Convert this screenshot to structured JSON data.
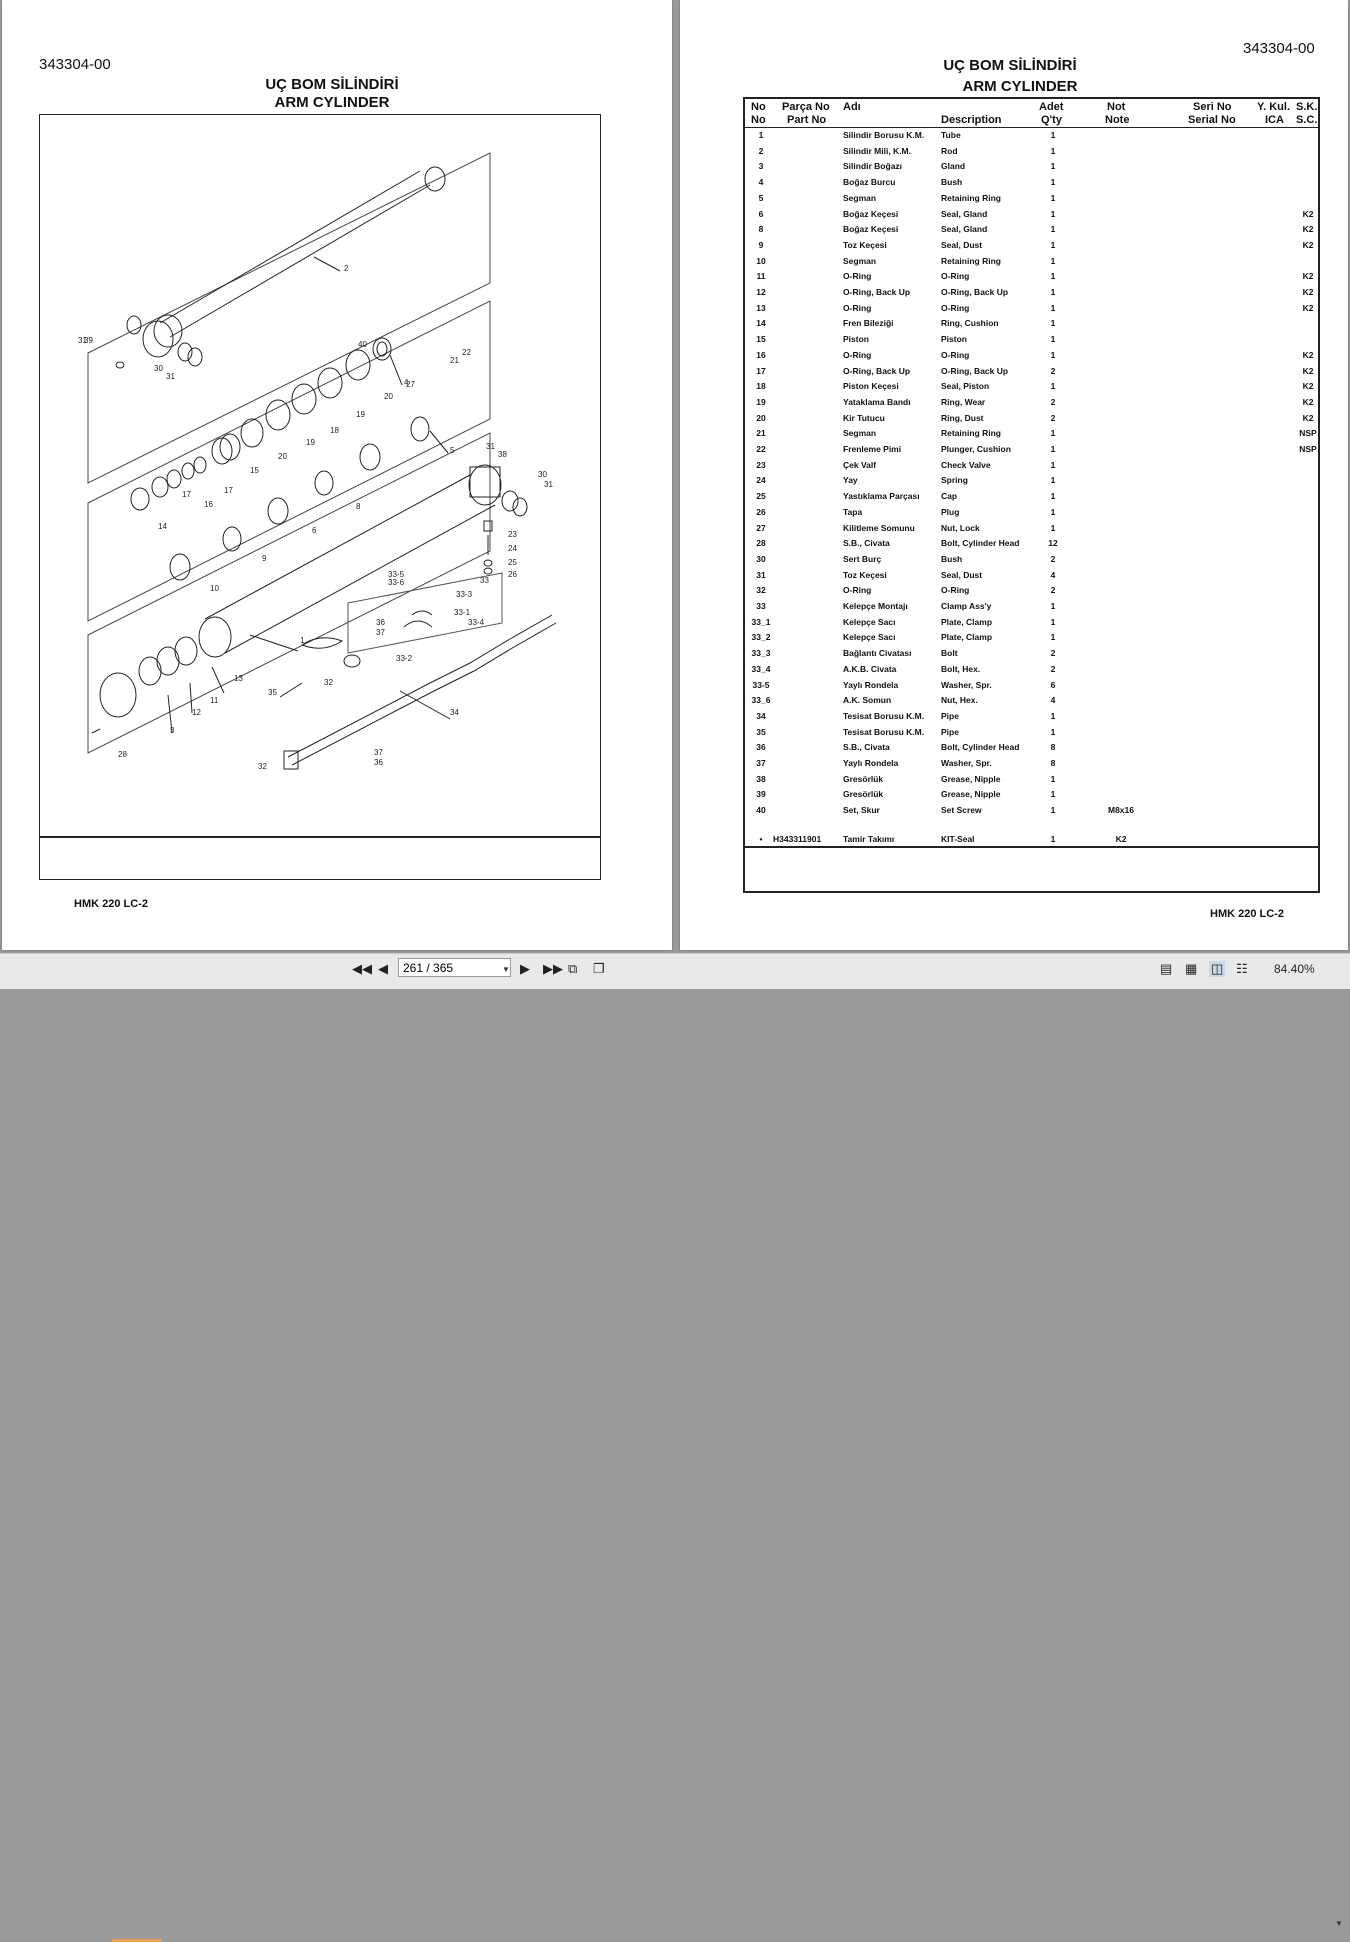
{
  "left_page": {
    "doc_number": "343304-00",
    "title_tr": "UÇ BOM SİLİNDİRİ",
    "title_en": "ARM CYLINDER",
    "model": "HMK 220 LC-2",
    "callouts": [
      "1",
      "2",
      "3",
      "4",
      "5",
      "6",
      "8",
      "9",
      "10",
      "11",
      "12",
      "13",
      "14",
      "15",
      "16",
      "17",
      "17",
      "18",
      "19",
      "19",
      "20",
      "20",
      "21",
      "22",
      "23",
      "24",
      "25",
      "26",
      "27",
      "28",
      "30",
      "30",
      "31",
      "31",
      "31",
      "31",
      "32",
      "32",
      "33",
      "33-1",
      "33-2",
      "33-3",
      "33-4",
      "33-5",
      "33-6",
      "34",
      "35",
      "36",
      "36",
      "37",
      "37",
      "38",
      "39",
      "40"
    ]
  },
  "right_page": {
    "doc_number": "343304-00",
    "title_tr": "UÇ BOM SİLİNDİRİ",
    "title_en": "ARM CYLINDER",
    "model": "HMK 220 LC-2",
    "headers": {
      "no_tr": "No",
      "no_en": "No",
      "part_tr": "Parça No",
      "part_en": "Part No",
      "adi": "Adı",
      "desc": "Description",
      "qty_tr": "Adet",
      "qty_en": "Q'ty",
      "note_tr": "Not",
      "note_en": "Note",
      "serial_tr": "Seri No",
      "serial_en": "Serial No",
      "ica_tr": "Y. Kul.",
      "ica_en": "ICA",
      "sc_tr": "S.K.",
      "sc_en": "S.C."
    },
    "rows": [
      {
        "no": "1",
        "part": "",
        "adi": "Silindir Borusu K.M.",
        "desc": "Tube",
        "qty": "1",
        "note": "",
        "sc": ""
      },
      {
        "no": "2",
        "part": "",
        "adi": "Silindir Mili, K.M.",
        "desc": "Rod",
        "qty": "1",
        "note": "",
        "sc": ""
      },
      {
        "no": "3",
        "part": "",
        "adi": "Silindir Boğazı",
        "desc": "Gland",
        "qty": "1",
        "note": "",
        "sc": ""
      },
      {
        "no": "4",
        "part": "",
        "adi": "Boğaz Burcu",
        "desc": "Bush",
        "qty": "1",
        "note": "",
        "sc": ""
      },
      {
        "no": "5",
        "part": "",
        "adi": "Segman",
        "desc": "Retaining Ring",
        "qty": "1",
        "note": "",
        "sc": ""
      },
      {
        "no": "6",
        "part": "",
        "adi": "Boğaz Keçesi",
        "desc": "Seal, Gland",
        "qty": "1",
        "note": "",
        "sc": "K2"
      },
      {
        "no": "8",
        "part": "",
        "adi": "Boğaz Keçesi",
        "desc": "Seal, Gland",
        "qty": "1",
        "note": "",
        "sc": "K2"
      },
      {
        "no": "9",
        "part": "",
        "adi": "Toz Keçesi",
        "desc": "Seal, Dust",
        "qty": "1",
        "note": "",
        "sc": "K2"
      },
      {
        "no": "10",
        "part": "",
        "adi": "Segman",
        "desc": "Retaining Ring",
        "qty": "1",
        "note": "",
        "sc": ""
      },
      {
        "no": "11",
        "part": "",
        "adi": "O-Ring",
        "desc": "O-Ring",
        "qty": "1",
        "note": "",
        "sc": "K2"
      },
      {
        "no": "12",
        "part": "",
        "adi": "O-Ring, Back Up",
        "desc": "O-Ring, Back Up",
        "qty": "1",
        "note": "",
        "sc": "K2"
      },
      {
        "no": "13",
        "part": "",
        "adi": "O-Ring",
        "desc": "O-Ring",
        "qty": "1",
        "note": "",
        "sc": "K2"
      },
      {
        "no": "14",
        "part": "",
        "adi": "Fren Bileziği",
        "desc": "Ring, Cushion",
        "qty": "1",
        "note": "",
        "sc": ""
      },
      {
        "no": "15",
        "part": "",
        "adi": "Piston",
        "desc": "Piston",
        "qty": "1",
        "note": "",
        "sc": ""
      },
      {
        "no": "16",
        "part": "",
        "adi": "O-Ring",
        "desc": "O-Ring",
        "qty": "1",
        "note": "",
        "sc": "K2"
      },
      {
        "no": "17",
        "part": "",
        "adi": "O-Ring, Back Up",
        "desc": "O-Ring, Back Up",
        "qty": "2",
        "note": "",
        "sc": "K2"
      },
      {
        "no": "18",
        "part": "",
        "adi": "Piston Keçesi",
        "desc": "Seal, Piston",
        "qty": "1",
        "note": "",
        "sc": "K2"
      },
      {
        "no": "19",
        "part": "",
        "adi": "Yataklama Bandı",
        "desc": "Ring, Wear",
        "qty": "2",
        "note": "",
        "sc": "K2"
      },
      {
        "no": "20",
        "part": "",
        "adi": "Kir Tutucu",
        "desc": "Ring, Dust",
        "qty": "2",
        "note": "",
        "sc": "K2"
      },
      {
        "no": "21",
        "part": "",
        "adi": "Segman",
        "desc": "Retaining Ring",
        "qty": "1",
        "note": "",
        "sc": "NSP"
      },
      {
        "no": "22",
        "part": "",
        "adi": "Frenleme Pimi",
        "desc": "Plunger, Cushion",
        "qty": "1",
        "note": "",
        "sc": "NSP"
      },
      {
        "no": "23",
        "part": "",
        "adi": "Çek Valf",
        "desc": "Check Valve",
        "qty": "1",
        "note": "",
        "sc": ""
      },
      {
        "no": "24",
        "part": "",
        "adi": "Yay",
        "desc": "Spring",
        "qty": "1",
        "note": "",
        "sc": ""
      },
      {
        "no": "25",
        "part": "",
        "adi": "Yastıklama Parçası",
        "desc": "Cap",
        "qty": "1",
        "note": "",
        "sc": ""
      },
      {
        "no": "26",
        "part": "",
        "adi": "Tapa",
        "desc": "Plug",
        "qty": "1",
        "note": "",
        "sc": ""
      },
      {
        "no": "27",
        "part": "",
        "adi": "Kilitleme Somunu",
        "desc": "Nut, Lock",
        "qty": "1",
        "note": "",
        "sc": ""
      },
      {
        "no": "28",
        "part": "",
        "adi": "S.B., Civata",
        "desc": "Bolt, Cylinder Head",
        "qty": "12",
        "note": "",
        "sc": ""
      },
      {
        "no": "30",
        "part": "",
        "adi": "Sert Burç",
        "desc": "Bush",
        "qty": "2",
        "note": "",
        "sc": ""
      },
      {
        "no": "31",
        "part": "",
        "adi": "Toz Keçesi",
        "desc": "Seal, Dust",
        "qty": "4",
        "note": "",
        "sc": ""
      },
      {
        "no": "32",
        "part": "",
        "adi": "O-Ring",
        "desc": "O-Ring",
        "qty": "2",
        "note": "",
        "sc": ""
      },
      {
        "no": "33",
        "part": "",
        "adi": "Kelepçe Montajı",
        "desc": "Clamp Ass'y",
        "qty": "1",
        "note": "",
        "sc": ""
      },
      {
        "no": "33_1",
        "part": "",
        "adi": "Kelepçe Sacı",
        "desc": "Plate, Clamp",
        "qty": "1",
        "note": "",
        "sc": ""
      },
      {
        "no": "33_2",
        "part": "",
        "adi": "Kelepçe Sacı",
        "desc": "Plate, Clamp",
        "qty": "1",
        "note": "",
        "sc": ""
      },
      {
        "no": "33_3",
        "part": "",
        "adi": "Bağlantı Civatası",
        "desc": "Bolt",
        "qty": "2",
        "note": "",
        "sc": ""
      },
      {
        "no": "33_4",
        "part": "",
        "adi": "A.K.B. Civata",
        "desc": "Bolt, Hex.",
        "qty": "2",
        "note": "",
        "sc": ""
      },
      {
        "no": "33-5",
        "part": "",
        "adi": "Yaylı Rondela",
        "desc": "Washer, Spr.",
        "qty": "6",
        "note": "",
        "sc": ""
      },
      {
        "no": "33_6",
        "part": "",
        "adi": "A.K. Somun",
        "desc": "Nut, Hex.",
        "qty": "4",
        "note": "",
        "sc": ""
      },
      {
        "no": "34",
        "part": "",
        "adi": "Tesisat Borusu K.M.",
        "desc": "Pipe",
        "qty": "1",
        "note": "",
        "sc": ""
      },
      {
        "no": "35",
        "part": "",
        "adi": "Tesisat Borusu K.M.",
        "desc": "Pipe",
        "qty": "1",
        "note": "",
        "sc": ""
      },
      {
        "no": "36",
        "part": "",
        "adi": "S.B., Civata",
        "desc": "Bolt, Cylinder Head",
        "qty": "8",
        "note": "",
        "sc": ""
      },
      {
        "no": "37",
        "part": "",
        "adi": "Yaylı Rondela",
        "desc": "Washer, Spr.",
        "qty": "8",
        "note": "",
        "sc": ""
      },
      {
        "no": "38",
        "part": "",
        "adi": "Gresörlük",
        "desc": "Grease, Nipple",
        "qty": "1",
        "note": "",
        "sc": ""
      },
      {
        "no": "39",
        "part": "",
        "adi": "Gresörlük",
        "desc": "Grease, Nipple",
        "qty": "1",
        "note": "",
        "sc": ""
      },
      {
        "no": "40",
        "part": "",
        "adi": "Set, Skur",
        "desc": "Set Screw",
        "qty": "1",
        "note": "M8x16",
        "sc": ""
      }
    ],
    "kit_row": {
      "no": "•",
      "part": "H343311901",
      "adi": "Tamir Takımı",
      "desc": "KIT-Seal",
      "qty": "1",
      "note": "K2",
      "sc": ""
    }
  },
  "toolbar": {
    "first_icon": "first-page-icon",
    "prev_icon": "prev-page-icon",
    "page_value": "261 / 365",
    "next_icon": "next-page-icon",
    "last_icon": "last-page-icon",
    "zoom": "84.40%"
  }
}
